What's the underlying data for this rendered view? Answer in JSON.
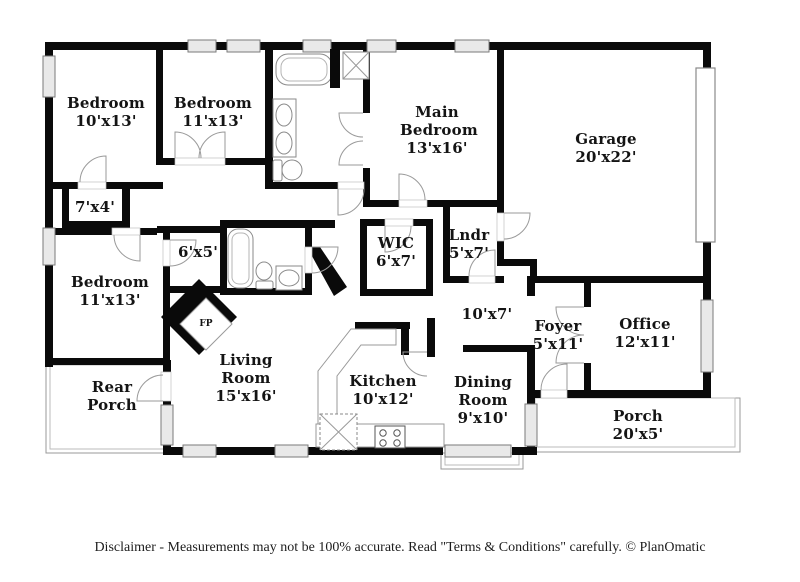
{
  "plan": {
    "disclaimer": "Disclaimer - Measurements may not be 100% accurate. Read \"Terms & Conditions\" carefully. © PlanOmatic",
    "fireplace": "FP",
    "colors": {
      "wall": "#0a0a0a",
      "outline": "#8a8a8a",
      "window_fill": "#e9e9e9"
    },
    "rooms": {
      "bedroom1": {
        "name": "Bedroom",
        "dims": "10'x13'"
      },
      "bedroom2": {
        "name": "Bedroom",
        "dims": "11'x13'"
      },
      "closet74": {
        "dims": "7'x4'"
      },
      "bedroom3": {
        "name": "Bedroom",
        "dims": "11'x13'"
      },
      "closet65": {
        "dims": "6'x5'"
      },
      "main_bedroom": {
        "name": "Main Bedroom",
        "dims": "13'x16'"
      },
      "garage": {
        "name": "Garage",
        "dims": "20'x22'"
      },
      "wic": {
        "name": "WIC",
        "dims": "6'x7'"
      },
      "laundry": {
        "name": "Lndr",
        "dims": "5'x7'"
      },
      "hall": {
        "dims": "10'x7'"
      },
      "foyer": {
        "name": "Foyer",
        "dims": "5'x11'"
      },
      "office": {
        "name": "Office",
        "dims": "12'x11'"
      },
      "dining": {
        "name": "Dining Room",
        "dims": "9'x10'"
      },
      "kitchen": {
        "name": "Kitchen",
        "dims": "10'x12'"
      },
      "living": {
        "name": "Living Room",
        "dims": "15'x16'"
      },
      "rear_porch": {
        "name": "Rear Porch"
      },
      "porch": {
        "name": "Porch",
        "dims": "20'x5'"
      }
    }
  }
}
